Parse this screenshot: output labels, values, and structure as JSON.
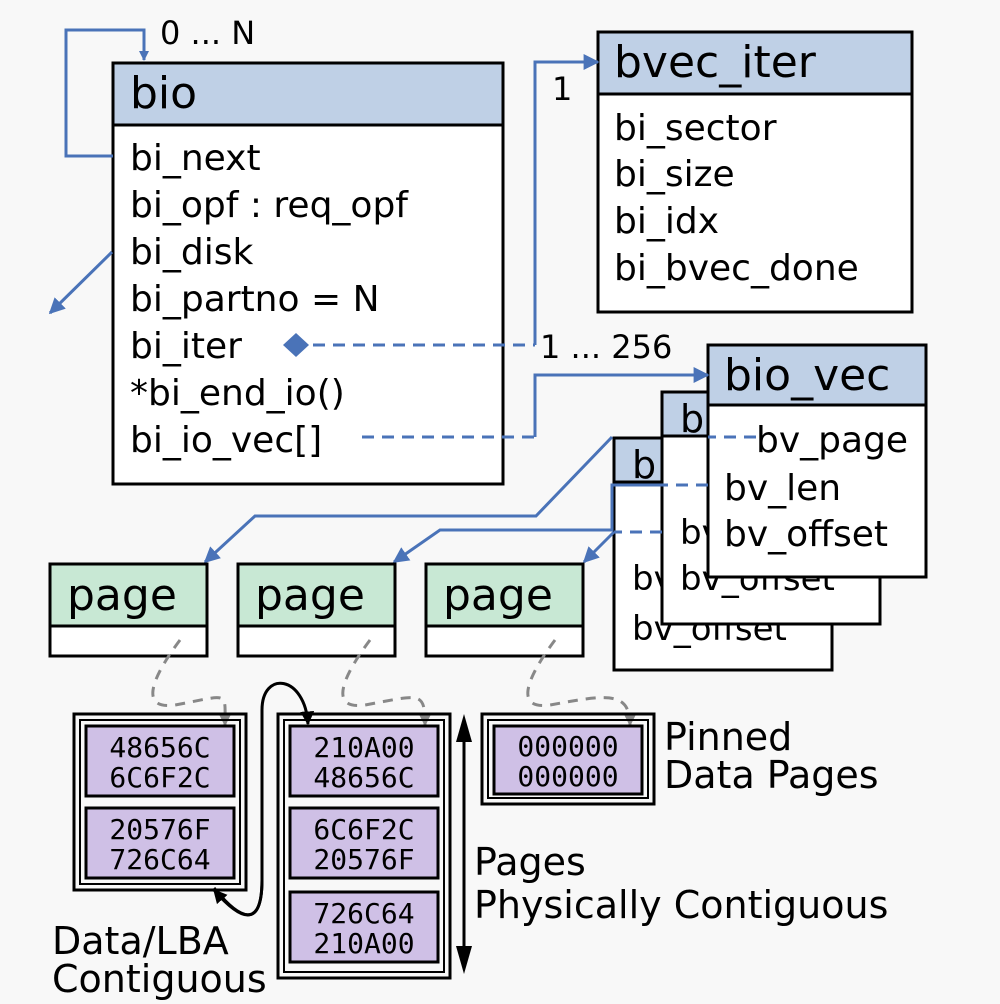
{
  "colors": {
    "header_blue": "#bfd0e6",
    "header_green": "#c8e8d4",
    "page_purple": "#cfc0e6",
    "arrow_blue": "#4a73b8",
    "arrow_gray": "#888888",
    "box_fill": "#ffffff"
  },
  "multiplicity": {
    "bio_self": "0 ... N",
    "bvec_iter": "1",
    "bio_vec": "1 ... 256"
  },
  "bio": {
    "title": "bio",
    "fields": [
      "bi_next",
      "bi_opf : req_opf",
      "bi_disk",
      "bi_partno = N",
      "bi_iter",
      "*bi_end_io()",
      "bi_io_vec[]"
    ]
  },
  "bvec_iter": {
    "title": "bvec_iter",
    "fields": [
      "bi_sector",
      "bi_size",
      "bi_idx",
      "bi_bvec_done"
    ]
  },
  "bio_vec": {
    "title": "bio_vec",
    "fields": [
      "bv_page",
      "bv_len",
      "bv_offset"
    ],
    "back1": {
      "title_fragment": "b",
      "fields": [
        "bv",
        "bv_offset"
      ]
    },
    "back2": {
      "title_fragment": "b",
      "fields": [
        "bv",
        "bv_offset"
      ]
    }
  },
  "pages": [
    {
      "label": "page"
    },
    {
      "label": "page"
    },
    {
      "label": "page"
    }
  ],
  "memory": {
    "col1": [
      [
        "48656C",
        "6C6F2C"
      ],
      [
        "20576F",
        "726C64"
      ]
    ],
    "col2": [
      [
        "210A00",
        "48656C"
      ],
      [
        "6C6F2C",
        "20576F"
      ],
      [
        "726C64",
        "210A00"
      ]
    ],
    "col3": [
      [
        "000000",
        "000000"
      ]
    ]
  },
  "labels": {
    "pinned_line1": "Pinned",
    "pinned_line2": "Data Pages",
    "contig_line1": "Pages",
    "contig_line2": "Physically Contiguous",
    "datalba_line1": "Data/LBA",
    "datalba_line2": "Contiguous"
  }
}
